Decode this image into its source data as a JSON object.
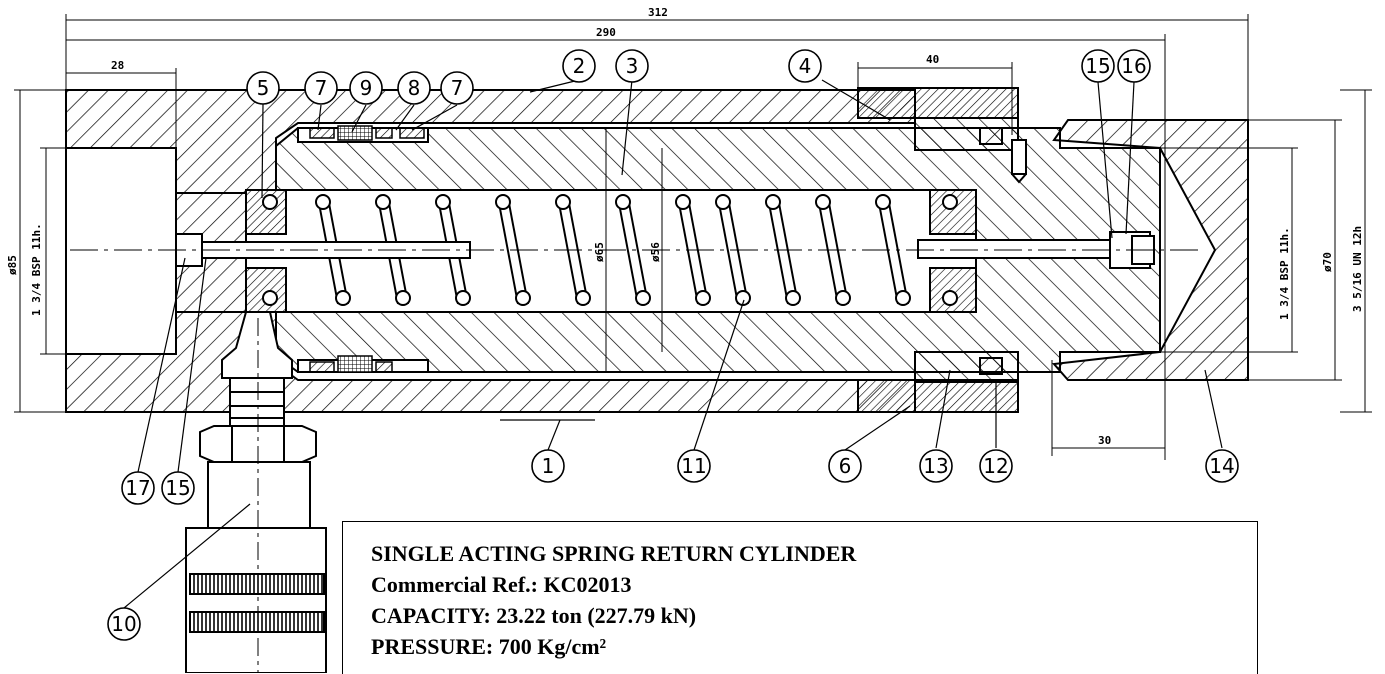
{
  "dimensions": {
    "overall_length": "312",
    "body_length": "290",
    "port_depth": "28",
    "gland_length": "40",
    "cap_length": "30",
    "body_diameter": "ø85",
    "bore_diameter": "ø65",
    "rod_diameter": "ø56",
    "cap_diameter": "ø70",
    "port_thread_left": "1 3/4 BSP 11h.",
    "port_thread_right": "1 3/4 BSP 11h.",
    "cap_thread": "3 5/16 UN 12h"
  },
  "part_labels": {
    "p1": "1",
    "p2": "2",
    "p3": "3",
    "p4": "4",
    "p5": "5",
    "p6": "6",
    "p7a": "7",
    "p7b": "7",
    "p8": "8",
    "p9": "9",
    "p10": "10",
    "p11": "11",
    "p12": "12",
    "p13": "13",
    "p14": "14",
    "p15a": "15",
    "p15b": "15",
    "p16": "16",
    "p17": "17"
  },
  "title_block": {
    "line1": "SINGLE ACTING SPRING RETURN CYLINDER",
    "line2": "Commercial Ref.: KC02013",
    "line3": "CAPACITY: 23.22 ton (227.79 kN)",
    "line4": "PRESSURE: 700 Kg/cm²"
  }
}
